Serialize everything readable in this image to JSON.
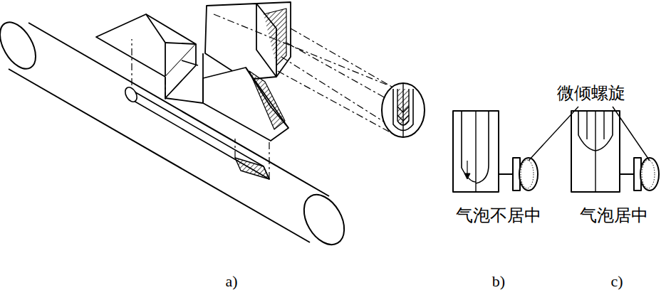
{
  "diagram": {
    "labels": [
      "微倾螺旋",
      "气泡不居中",
      "气泡居中",
      "a)",
      "b)",
      "c)"
    ]
  }
}
